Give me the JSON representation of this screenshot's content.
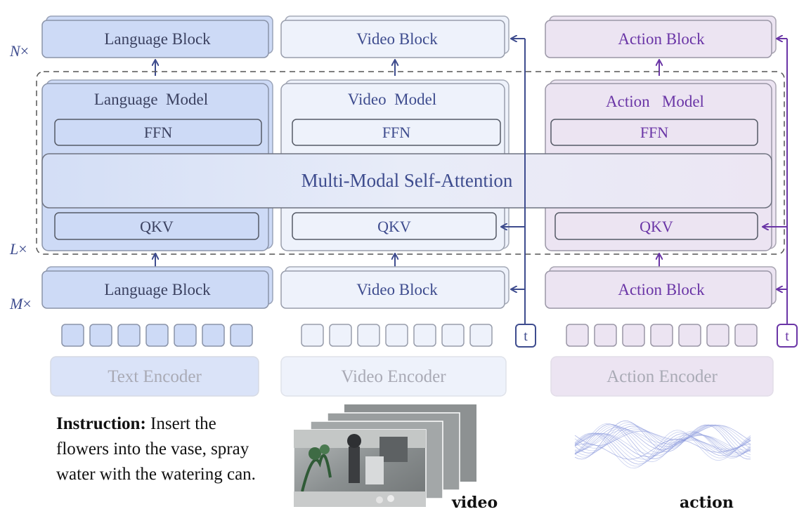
{
  "colors": {
    "language_fill": "#cddaf6",
    "video_fill": "#eef2fb",
    "action_fill": "#ece4f2",
    "attention_fill": "#e6ebf7",
    "language_text": "#3b4160",
    "video_text": "#3e4c8e",
    "action_text": "#6a35a6",
    "encoder_text": "#a9aab5",
    "video_arrow": "#3e4c8e",
    "action_arrow": "#6a35a6"
  },
  "multipliers": {
    "n": "N",
    "l": "L",
    "m": "M",
    "sign": "×"
  },
  "top_blocks": {
    "language": "Language Block",
    "video": "Video Block",
    "action": "Action Block"
  },
  "models": {
    "language": "Language  Model",
    "video": "Video  Model",
    "action": "Action   Model",
    "ffn": "FFN",
    "qkv": "QKV"
  },
  "attention": "Multi-Modal Self-Attention",
  "bottom_blocks": {
    "language": "Language Block",
    "video": "Video Block",
    "action": "Action Block"
  },
  "timestep": "t",
  "encoders": {
    "text": "Text Encoder",
    "video": "Video Encoder",
    "action": "Action Encoder"
  },
  "instruction": {
    "label": "Instruction:",
    "text": " Insert the flowers into the vase, spray water with the watering can."
  },
  "captions": {
    "video": "video",
    "action": "action"
  },
  "icons": {
    "video_frames": "video-frames-icon",
    "action_waves": "action-waves-icon"
  }
}
